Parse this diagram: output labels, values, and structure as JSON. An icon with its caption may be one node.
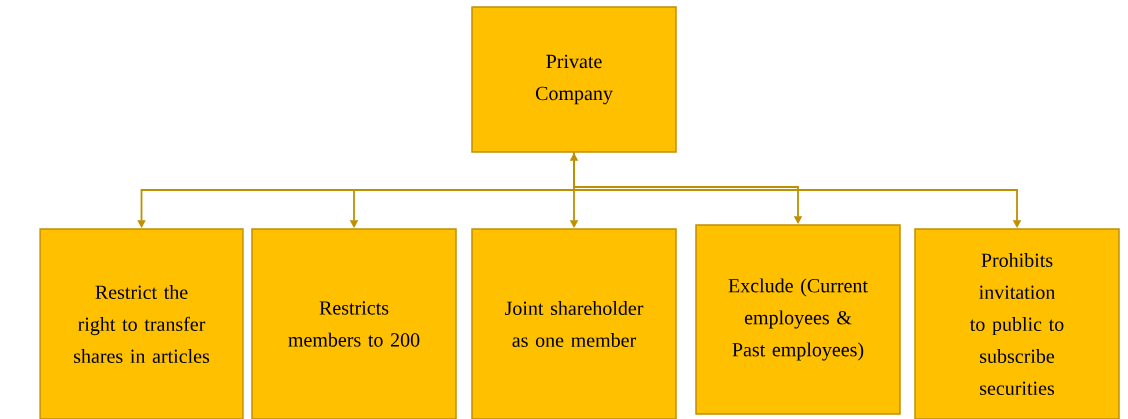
{
  "diagram": {
    "nodes": [
      {
        "text": [
          "Private Company"
        ]
      },
      {
        "text": [
          "Restrict the right to transfer shares in articles"
        ]
      },
      {
        "text": [
          "Restricts members to 200"
        ]
      },
      {
        "text": [
          "Joint shareholder as one member"
        ]
      },
      {
        "text": [
          "Exclude (Current employees & Past employees)"
        ]
      },
      {
        "text": [
          "Prohibits invitation to public to subscribe securities"
        ]
      }
    ],
    "edges": [
      {
        "from": 0,
        "to": 1,
        "arrow": "to"
      },
      {
        "from": 0,
        "to": 2,
        "arrow": "to"
      },
      {
        "from": 0,
        "to": 3,
        "arrow": "both"
      },
      {
        "from": 0,
        "to": 4,
        "arrow": "to"
      },
      {
        "from": 0,
        "to": 5,
        "arrow": "to"
      }
    ]
  }
}
